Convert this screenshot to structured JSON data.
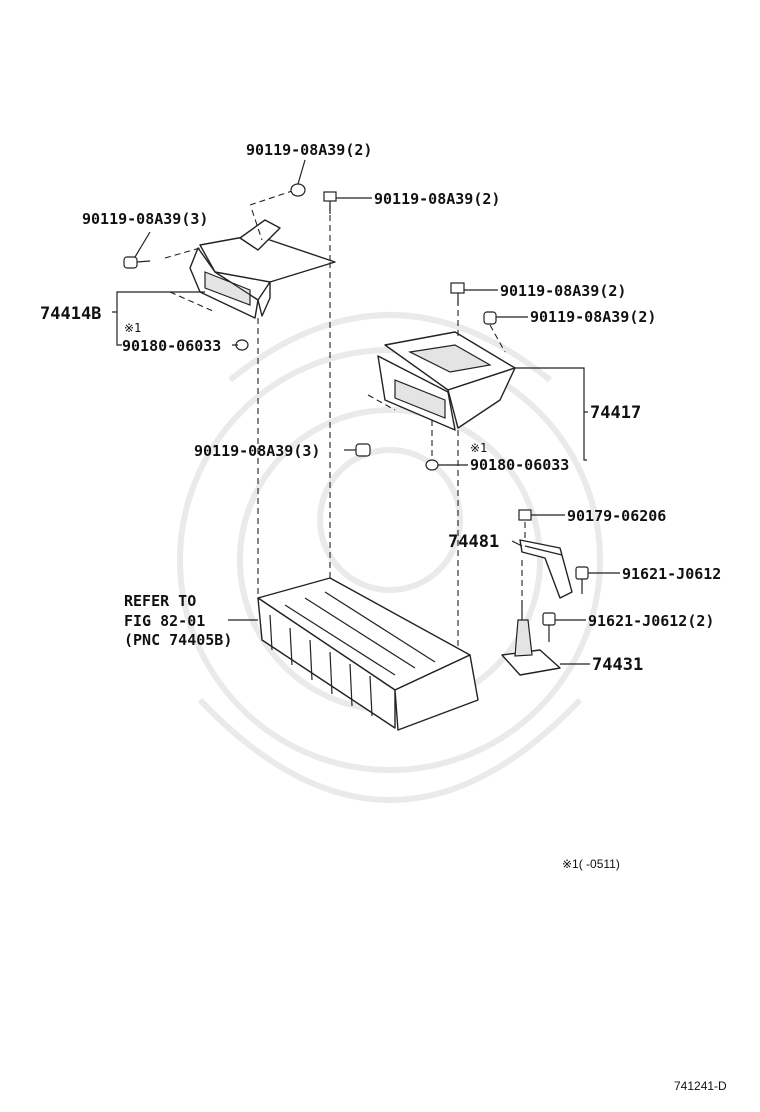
{
  "diagram": {
    "code": "741241-D",
    "footnote": "※1(    -0511)",
    "labels": {
      "b1": "90119-08A39(2)",
      "b2": "90119-08A39(2)",
      "b3": "90119-08A39(3)",
      "p74414b": "74414B",
      "mark1a": "※1",
      "n90180a": "90180-06033",
      "b4": "90119-08A39(2)",
      "b5": "90119-08A39(2)",
      "p74417": "74417",
      "b6": "90119-08A39(3)",
      "mark1b": "※1",
      "n90180b": "90180-06033",
      "n90179": "90179-06206",
      "p74481": "74481",
      "b7": "91621-J0612",
      "b8": "91621-J0612(2)",
      "p74431": "74431",
      "ref1": "REFER TO",
      "ref2": "FIG 82-01",
      "ref3": "(PNC 74405B)"
    }
  }
}
